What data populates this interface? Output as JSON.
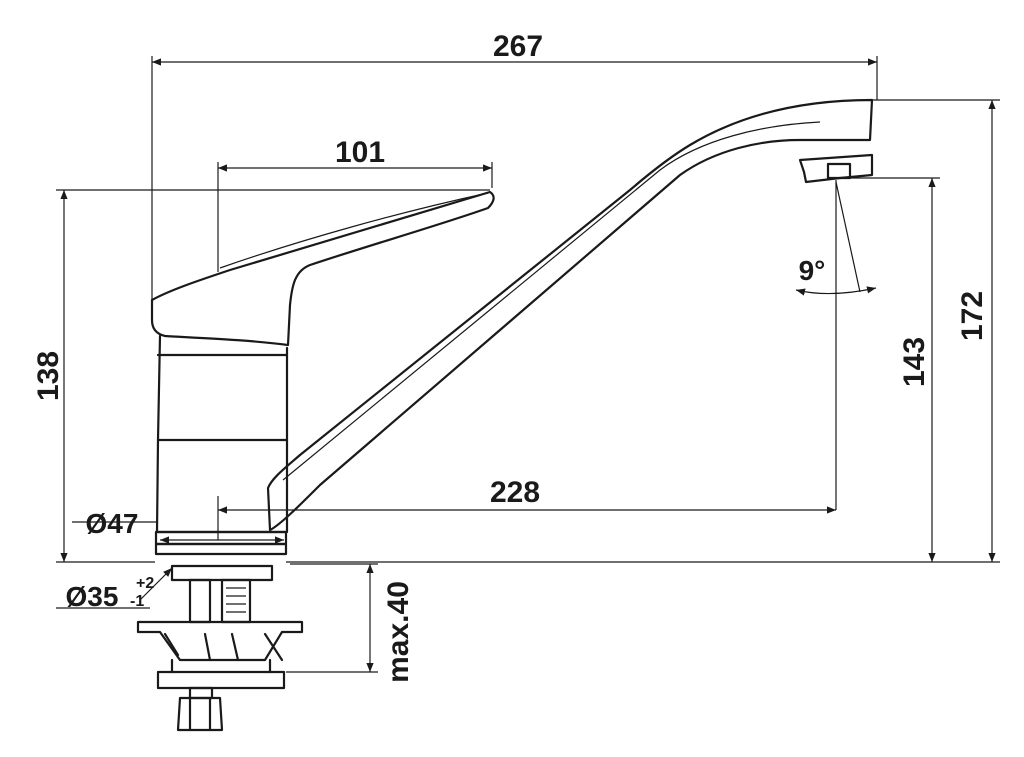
{
  "drawing": {
    "title": "",
    "colors": {
      "line": "#1a1a1a",
      "background": "#ffffff"
    },
    "dimensions": {
      "overall_width": "267",
      "lever_length": "101",
      "body_height": "138",
      "spout_reach": "228",
      "outlet_height": "143",
      "total_height": "172",
      "spout_angle": "9°",
      "base_diameter": "Ø47",
      "hole_diameter": "Ø35",
      "hole_tol_upper": "+2",
      "hole_tol_lower": "-1",
      "max_thickness": "max.40"
    }
  }
}
